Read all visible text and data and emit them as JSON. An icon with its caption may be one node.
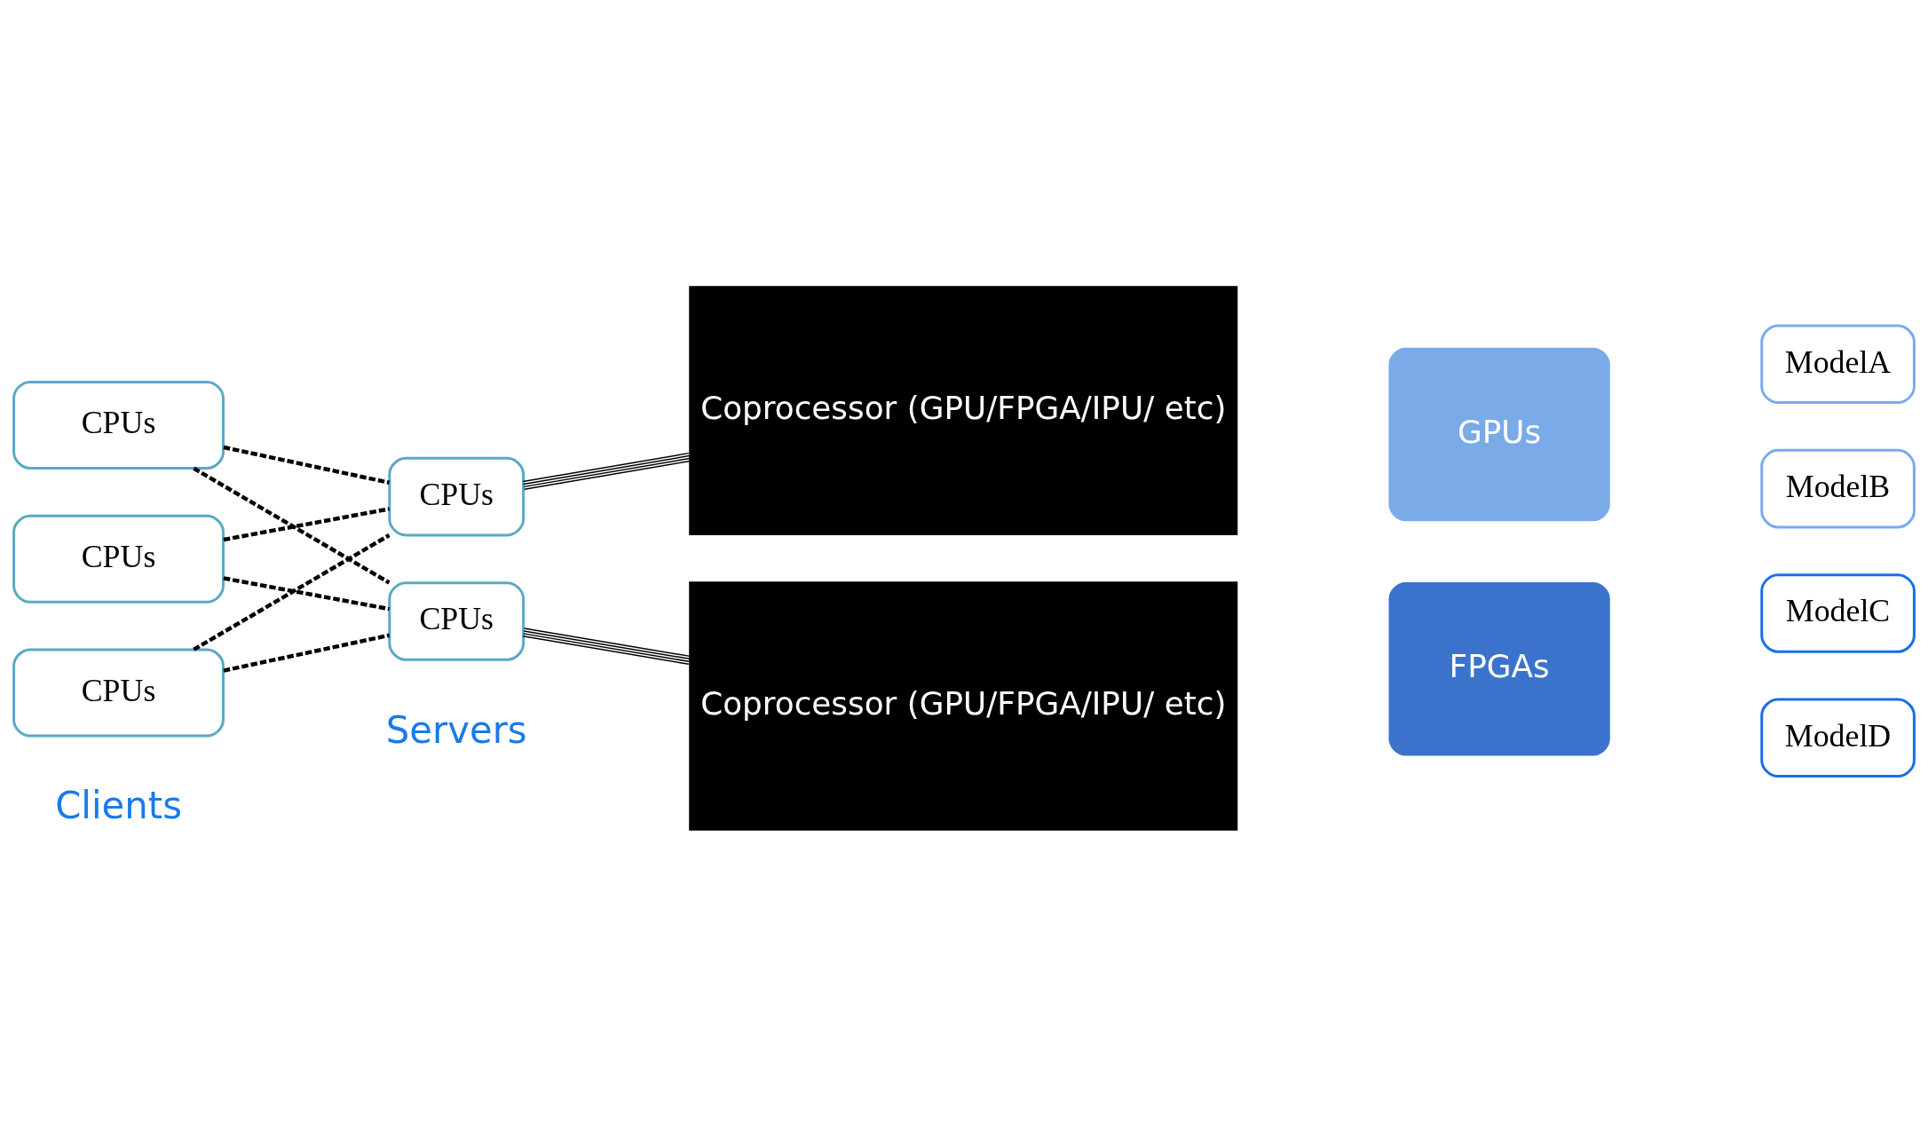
{
  "diagram": {
    "nodes": [
      {
        "text": [
          "CPUs"
        ]
      },
      {
        "text": [
          "CPUs"
        ]
      },
      {
        "text": [
          "CPUs"
        ]
      },
      {
        "text": [
          "CPUs"
        ]
      },
      {
        "text": [
          "CPUs"
        ]
      },
      {
        "text": [
          "Coprocessor (GPU/FPGA/IPU/ etc)"
        ]
      },
      {
        "text": [
          "Coprocessor (GPU/FPGA/IPU/ etc)"
        ]
      },
      {
        "text": [
          "GPUs"
        ]
      },
      {
        "text": [
          "ModelA"
        ]
      },
      {
        "text": [
          "ModelB"
        ]
      },
      {
        "text": [
          "FPGAs"
        ]
      },
      {
        "text": [
          "ModelC"
        ]
      },
      {
        "text": [
          "ModelD"
        ]
      }
    ],
    "edges": [
      {
        "from": 0,
        "to": 3,
        "arrow": "none",
        "style": "dashed"
      },
      {
        "from": 0,
        "to": 4,
        "arrow": "none",
        "style": "dashed"
      },
      {
        "from": 1,
        "to": 3,
        "arrow": "none",
        "style": "dashed"
      },
      {
        "from": 1,
        "to": 4,
        "arrow": "none",
        "style": "dashed"
      },
      {
        "from": 2,
        "to": 3,
        "arrow": "none",
        "style": "dashed"
      },
      {
        "from": 2,
        "to": 4,
        "arrow": "none",
        "style": "dashed"
      },
      {
        "from": 3,
        "to": 5,
        "arrow": "none"
      },
      {
        "from": 4,
        "to": 6,
        "arrow": "none"
      }
    ],
    "labels": [
      "Clients",
      "Servers"
    ]
  }
}
